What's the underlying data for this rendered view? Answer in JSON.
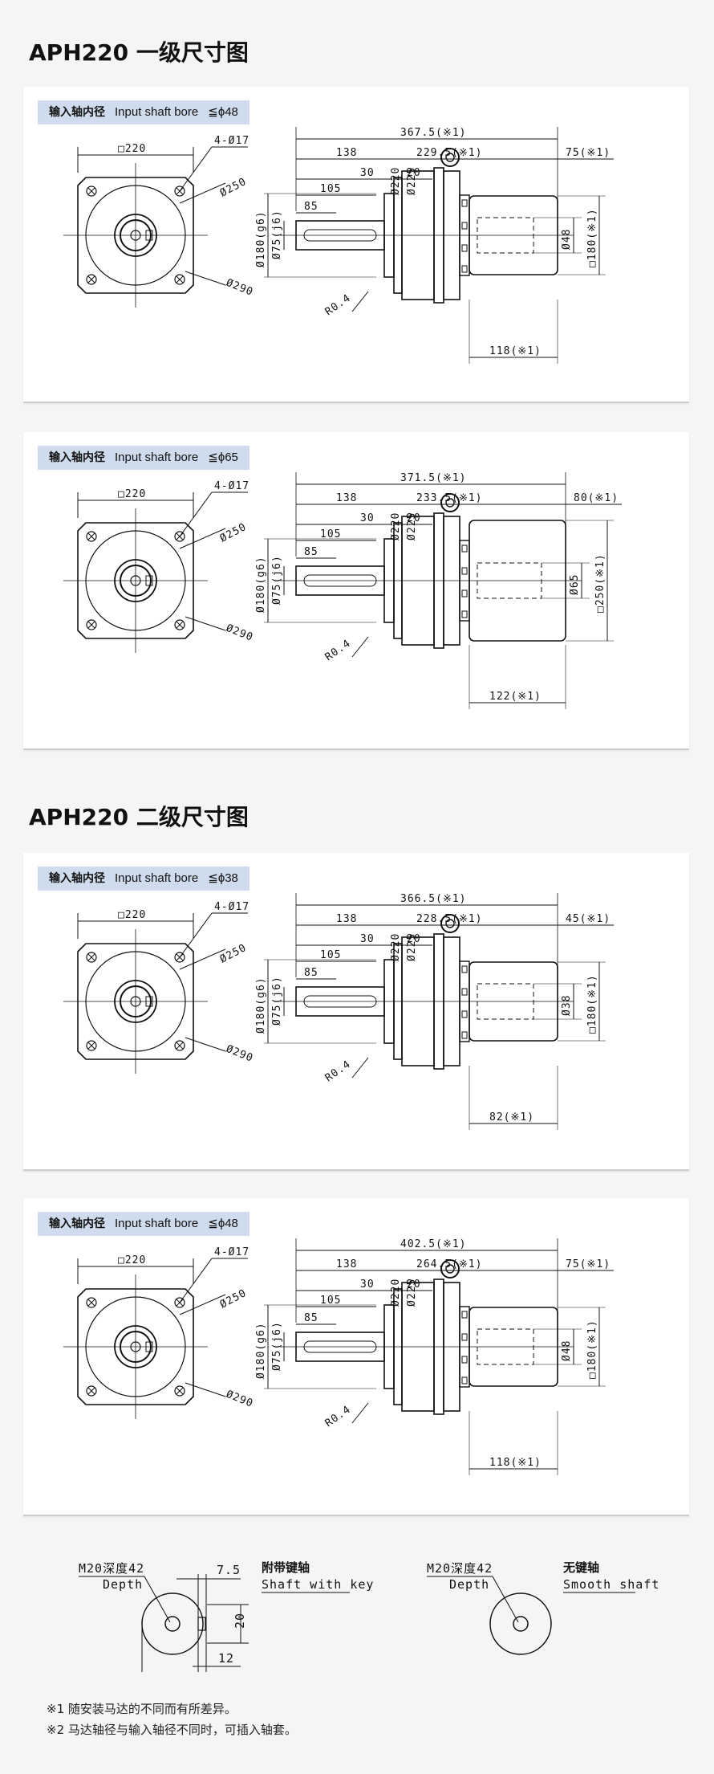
{
  "sections": [
    {
      "title": "APH220 一级尺寸图"
    },
    {
      "title": "APH220 二级尺寸图"
    }
  ],
  "bore_label_zh": "输入轴内径",
  "bore_label_en": "Input shaft bore",
  "flange": {
    "square": "□220",
    "holes": "4-Ø17",
    "pcd": "Ø250",
    "outer": "Ø290"
  },
  "common": {
    "d180": "Ø180(g6)",
    "d75": "Ø75(j6)",
    "d220": "Ø220",
    "d225": "Ø225",
    "r04": "R0.4",
    "l138": "138",
    "l30": "30",
    "l20": "20",
    "l105": "105",
    "l85": "85"
  },
  "panels": [
    {
      "bore": "≦ϕ48",
      "total": "367.5(※1)",
      "l2": "229.5(※1)",
      "right_top": "75(※1)",
      "motor_shaft": "Ø48",
      "motor_square": "□180(※1)",
      "bottom": "118(※1)"
    },
    {
      "bore": "≦ϕ65",
      "total": "371.5(※1)",
      "l2": "233.5(※1)",
      "right_top": "80(※1)",
      "motor_shaft": "Ø65",
      "motor_square": "□250(※1)",
      "bottom": "122(※1)"
    },
    {
      "bore": "≦ϕ38",
      "total": "366.5(※1)",
      "l2": "228.5(※1)",
      "right_top": "45(※1)",
      "motor_shaft": "Ø38",
      "motor_square": "□180(※1)",
      "bottom": "82(※1)"
    },
    {
      "bore": "≦ϕ48",
      "total": "402.5(※1)",
      "l2": "264.5(※1)",
      "right_top": "75(※1)",
      "motor_shaft": "Ø48",
      "motor_square": "□180(※1)",
      "bottom": "118(※1)"
    }
  ],
  "shaft_details": {
    "keyed": {
      "tap": "M20深度42",
      "depth": "Depth",
      "title_zh": "附带键轴",
      "title_en": "Shaft with key",
      "d1": "7.5",
      "d2": "20",
      "d3": "12"
    },
    "smooth": {
      "tap": "M20深度42",
      "depth": "Depth",
      "title_zh": "无键轴",
      "title_en": "Smooth shaft"
    }
  },
  "notes": [
    "※1 随安装马达的不同而有所差异。",
    "※2 马达轴径与输入轴径不同时，可插入轴套。"
  ],
  "colors": {
    "panel": "#ffffff",
    "page": "#f4f5f4",
    "tag": "#cfdced",
    "line": "#111111"
  }
}
